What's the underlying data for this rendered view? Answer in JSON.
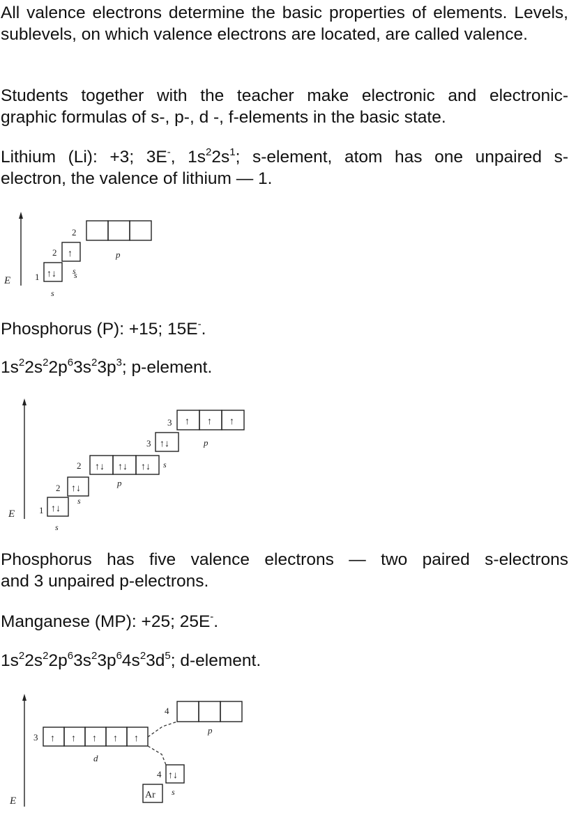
{
  "paragraphs": {
    "p1a": "All valence electrons determine the basic properties of elements. Levels, sublevels, on which valence electrons are located, are",
    "p1b": "called valence.",
    "p2a": "Students together with the teacher make electronic and electronic-",
    "p2b": "graphic formulas of s-, p-, d -, f-elements in the basic state."
  },
  "lithium": {
    "line1": {
      "a": "Lithium (Li): +3; 3E",
      "a_sup": "-",
      "b": ", 1s",
      "b_sup": "2",
      "c": "2s",
      "c_sup": "1",
      "d": "; s-element, atom has one unpaired s-"
    },
    "line2": "electron, the valence of lithium — 1.",
    "diagram": {
      "axis_label": "E",
      "n1": "1",
      "n2s": "2",
      "n2p": "2",
      "sub_s_bottom": "s",
      "sub_s1": "s",
      "sub_s2": "s",
      "sub_p": "p",
      "cell_1s": "↑↓",
      "cell_2s": "↑"
    }
  },
  "phosphorus": {
    "line1": {
      "a": "Phosphorus (P): +15; 15E",
      "a_sup": "-",
      "b": "."
    },
    "formula": {
      "t1": "1s",
      "s1": "2",
      "t2": "2s",
      "s2": "2",
      "t3": "2p",
      "s3": "6",
      "t4": "3s",
      "s4": "2",
      "t5": "3p",
      "s5": "3",
      "tail": "; p-element."
    },
    "diagram": {
      "axis_label": "E",
      "n1": "1",
      "n2s": "2",
      "n2p": "2",
      "n3s": "3",
      "n3p": "3",
      "sub_s_bottom": "s",
      "sub_1s": "s",
      "sub_2p": "p",
      "sub_2s_right": "s",
      "sub_3p": "p",
      "cell_1s": "↑↓",
      "cell_2s": "↑↓",
      "cell_2p_1": "↑↓",
      "cell_2p_2": "↑↓",
      "cell_2p_3": "↑↓",
      "cell_3s": "↑↓",
      "cell_3p_1": "↑",
      "cell_3p_2": "↑",
      "cell_3p_3": "↑"
    },
    "summary_a": "Phosphorus has five valence electrons — two paired s-electrons",
    "summary_b": "and 3 unpaired p-electrons."
  },
  "manganese": {
    "line1": {
      "a": "Manganese (MP): +25; 25E",
      "a_sup": "-",
      "b": "."
    },
    "formula": {
      "t1": "1s",
      "s1": "2",
      "t2": "2s",
      "s2": "2",
      "t3": "2p",
      "s3": "6",
      "t4": "3s",
      "s4": "2",
      "t5": "3p",
      "s5": "6",
      "t6": "4s",
      "s6": "2",
      "t7": "3d",
      "s7": "5",
      "tail": "; d-element."
    },
    "diagram": {
      "axis_label": "E",
      "n3d": "3",
      "n4s": "4",
      "n4p": "4",
      "sub_d": "d",
      "sub_p": "p",
      "sub_s": "s",
      "core": "Ar",
      "cell_d_1": "↑",
      "cell_d_2": "↑",
      "cell_d_3": "↑",
      "cell_d_4": "↑",
      "cell_d_5": "↑",
      "cell_4s": "↑↓"
    }
  }
}
